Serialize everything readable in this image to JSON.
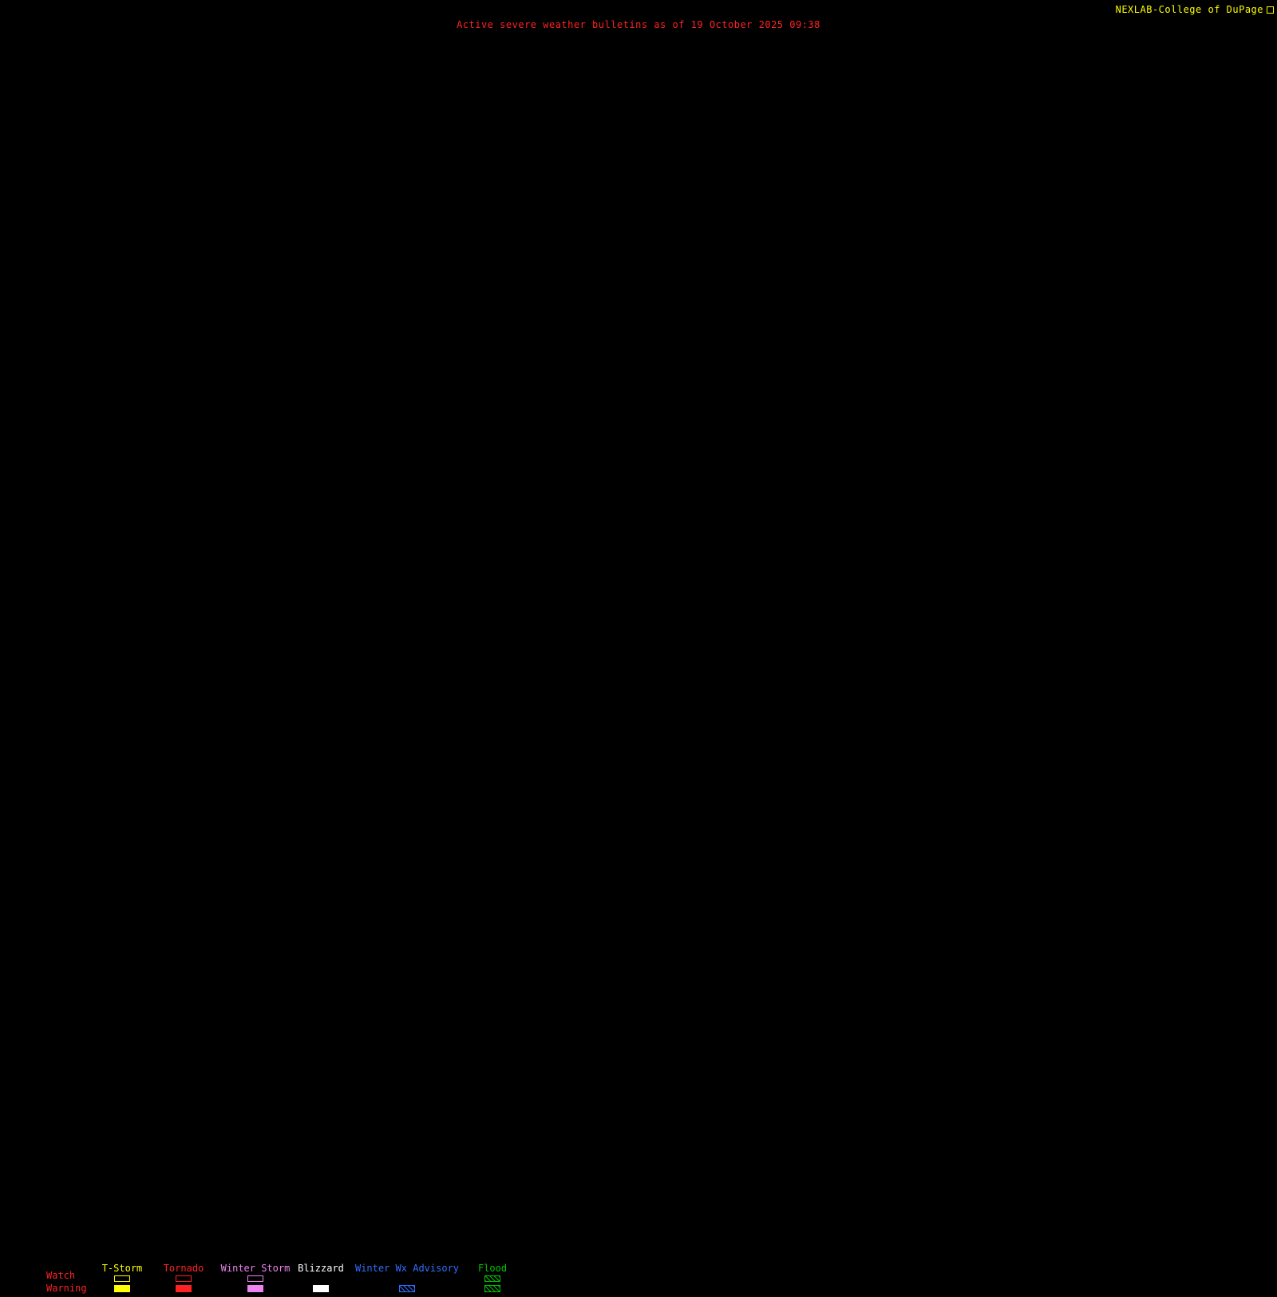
{
  "header": {
    "title": "Active severe weather bulletins as of 19 October 2025 09:38",
    "title_color": "#ff2222",
    "brand": "NEXLAB-College of DuPage",
    "brand_color": "#ffff00"
  },
  "legend": {
    "watch_label": "Watch",
    "warning_label": "Warning",
    "row_label_color": "#ff2222",
    "columns": [
      {
        "label": "T-Storm",
        "color": "#ffff00",
        "watch_style": "outline",
        "warning_style": "fill"
      },
      {
        "label": "Tornado",
        "color": "#ff2222",
        "watch_style": "outline",
        "warning_style": "fill"
      },
      {
        "label": "Winter Storm",
        "color": "#ee82ee",
        "watch_style": "outline",
        "warning_style": "fill"
      },
      {
        "label": "Blizzard",
        "color": "#ffffff",
        "watch_style": "none",
        "warning_style": "fill"
      },
      {
        "label": "Winter Wx Advisory",
        "color": "#2f6fff",
        "watch_style": "none",
        "warning_style": "hatch"
      },
      {
        "label": "Flood",
        "color": "#00c400",
        "watch_style": "hatch",
        "warning_style": "hatch"
      }
    ]
  }
}
